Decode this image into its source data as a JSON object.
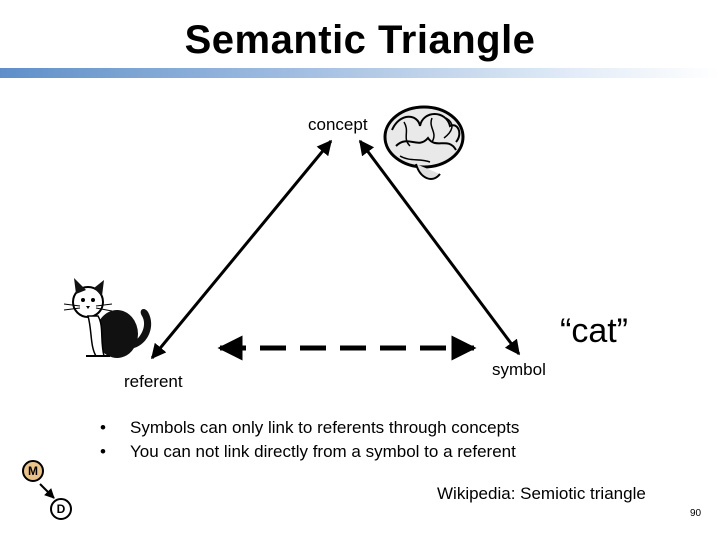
{
  "slide": {
    "title": "Semantic Triangle",
    "page_number": "90",
    "attribution": "Wikipedia: Semiotic triangle"
  },
  "diagram": {
    "concept_label": "concept",
    "referent_label": "referent",
    "symbol_label": "symbol",
    "symbol_example": "“cat”",
    "icons": [
      "brain-icon",
      "cat-icon"
    ]
  },
  "bullets": [
    "Symbols can only link to referents through concepts",
    "You can not link directly from a symbol to a referent"
  ],
  "nav_nodes": {
    "m_label": "M",
    "d_label": "D",
    "m_color": "#e8c48a"
  }
}
